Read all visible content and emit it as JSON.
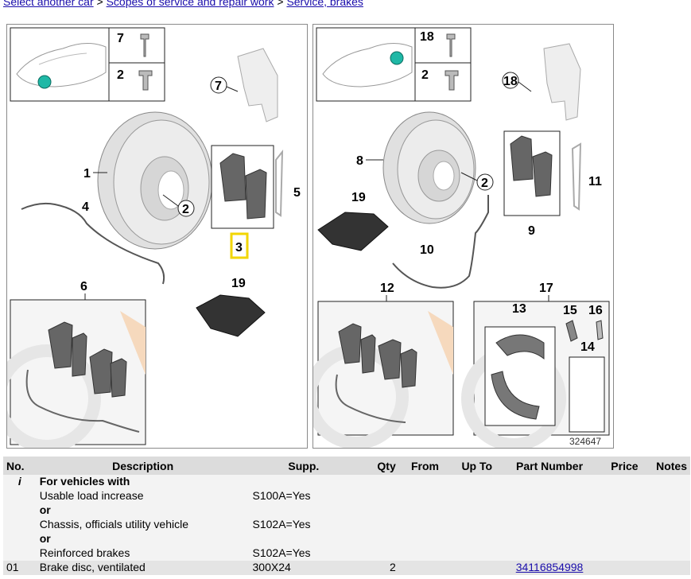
{
  "breadcrumb": {
    "link1": "Select another car",
    "sep1": ">",
    "link2": "Scopes of service and repair work",
    "sep2": ">",
    "link3": "Service, brakes"
  },
  "diagram_left": {
    "callouts": [
      "7",
      "2",
      "7",
      "1",
      "2",
      "4",
      "5",
      "3",
      "19",
      "6"
    ]
  },
  "diagram_right": {
    "callouts": [
      "18",
      "2",
      "18",
      "8",
      "2",
      "19",
      "11",
      "9",
      "10",
      "12",
      "17",
      "13",
      "15",
      "16",
      "14"
    ],
    "image_number": "324647"
  },
  "colors": {
    "highlight": "#f2d600",
    "link": "#1a0dab",
    "dot": "#1fb8a6"
  },
  "table": {
    "headers": [
      "No.",
      "Description",
      "Supp.",
      "Qty",
      "From",
      "Up To",
      "Part Number",
      "Price",
      "Notes"
    ],
    "info_symbol": "i",
    "info_title": "For vehicles with",
    "conditions": [
      {
        "desc": "Usable load increase",
        "supp": "S100A=Yes"
      },
      {
        "sep": "or"
      },
      {
        "desc": "Chassis, officials utility vehicle",
        "supp": "S102A=Yes"
      },
      {
        "sep": "or"
      },
      {
        "desc": "Reinforced brakes",
        "supp": "S102A=Yes"
      }
    ],
    "row": {
      "no": "01",
      "desc": "Brake disc, ventilated",
      "supp": "300X24",
      "qty": "2",
      "part": "34116854998"
    }
  }
}
